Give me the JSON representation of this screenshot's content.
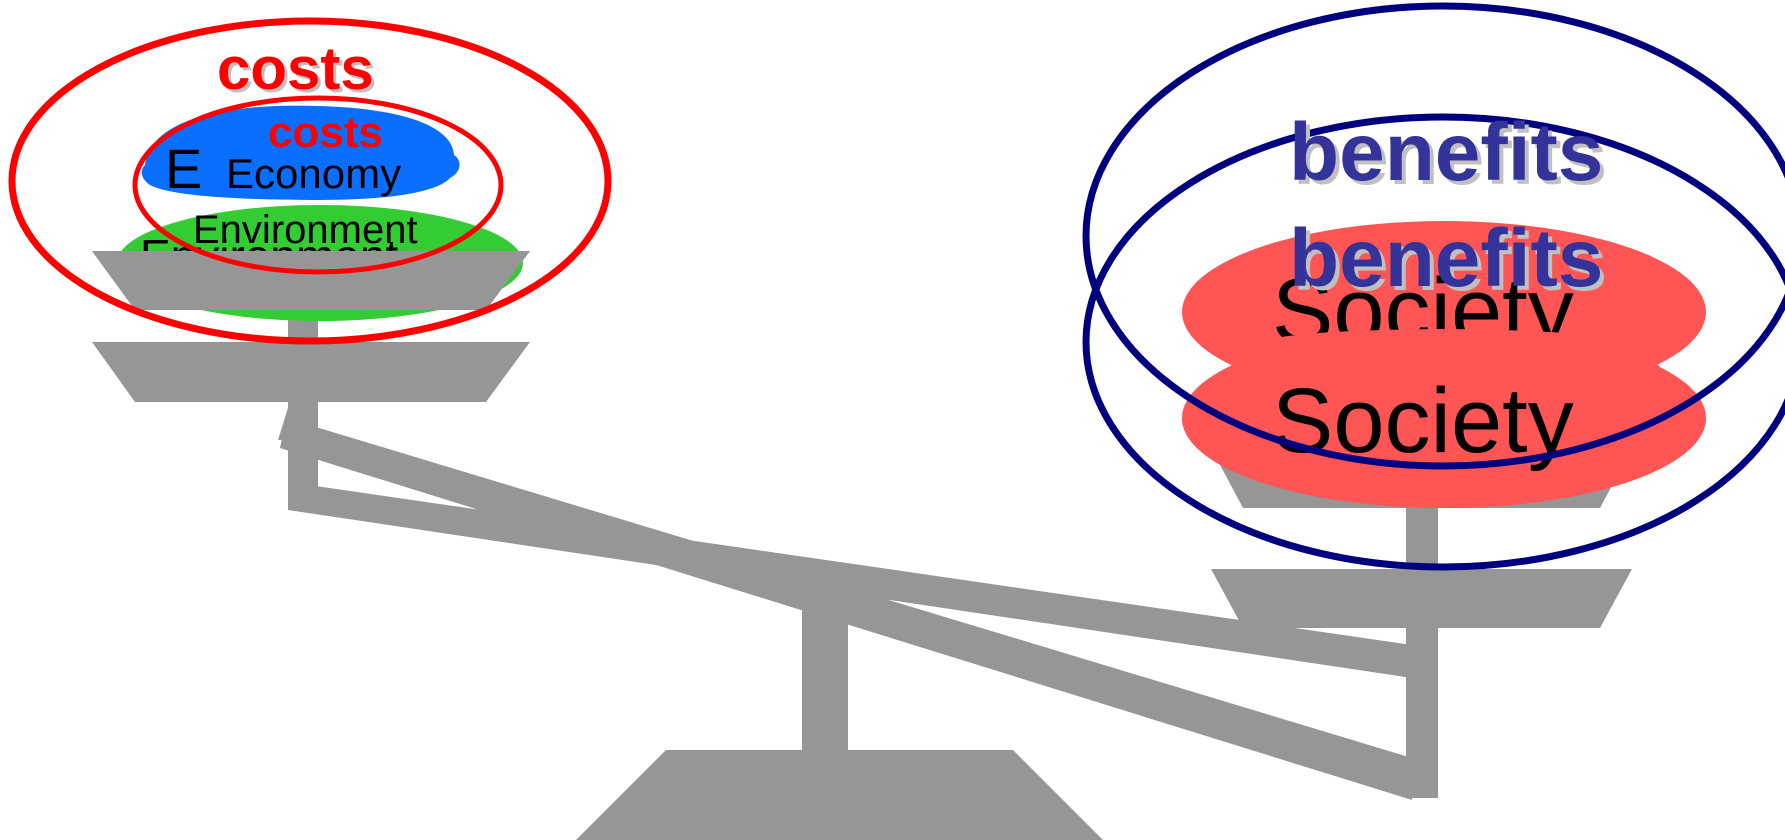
{
  "diagram": {
    "left_side": {
      "label": "costs",
      "label_repeat": "costs",
      "items": [
        {
          "name": "Economy",
          "ghost": "E",
          "color": "#0a6eff"
        },
        {
          "name": "Environment",
          "ghost": "Environment",
          "color": "#33cc33"
        }
      ],
      "outline_color": "#ff0000"
    },
    "right_side": {
      "label": "benefits",
      "label_repeat": "benefits",
      "items": [
        {
          "name": "Society",
          "color": "#ff5555"
        },
        {
          "name": "Society",
          "color": "#ff5555"
        }
      ],
      "outline_color": "#00007f",
      "label_color": "#333399"
    },
    "scale_color": "#969696"
  }
}
